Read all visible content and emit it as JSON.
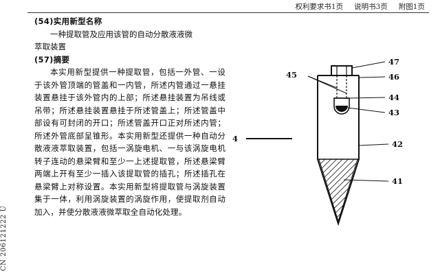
{
  "header": {
    "claims": "权利要求书1页",
    "description": "说明书3页",
    "drawings": "附图1页"
  },
  "side_label": "CN 206121222 U",
  "title_section": {
    "heading": "(54)实用新型名称",
    "title_line1": "一种提取管及应用该管的自动分散液液微",
    "title_line2": "萃取装置"
  },
  "abstract_section": {
    "heading": "(57)摘要",
    "text": "本实用新型提供一种提取管，包括一外管、一设于该外管顶端的管盖和一内管，所述内管通过一悬挂装置悬挂于该外管内的上部；所述悬挂装置为吊线或吊带；所述悬挂装置悬挂于所述管盖上；所述管盖中部设有可封闭的开口；所述管盖开口正对所述内管；所述外管底部呈锥形。本实用新型还提供一种自动分散液液萃取装置，包括一涡旋电机、一与该涡旋电机转子连动的悬梁臂和至少一上述提取管，所述悬梁臂两端上开有至少一插入该提取管的插孔；所述插孔在悬梁臂上对称设置。本实用新型将提取管与涡旋装置集于一体，利用涡旋装置的涡旋作用，使提取剂自动加入，并使分散液液微萃取全自动化处理。"
  },
  "diagram": {
    "labels": {
      "cap": "47",
      "cap_edge": "46",
      "suspension": "45",
      "inner_tube": "44",
      "inner_bottom": "43",
      "outer_tube": "42",
      "cone_bottom": "41",
      "figure_ref": "4"
    }
  }
}
